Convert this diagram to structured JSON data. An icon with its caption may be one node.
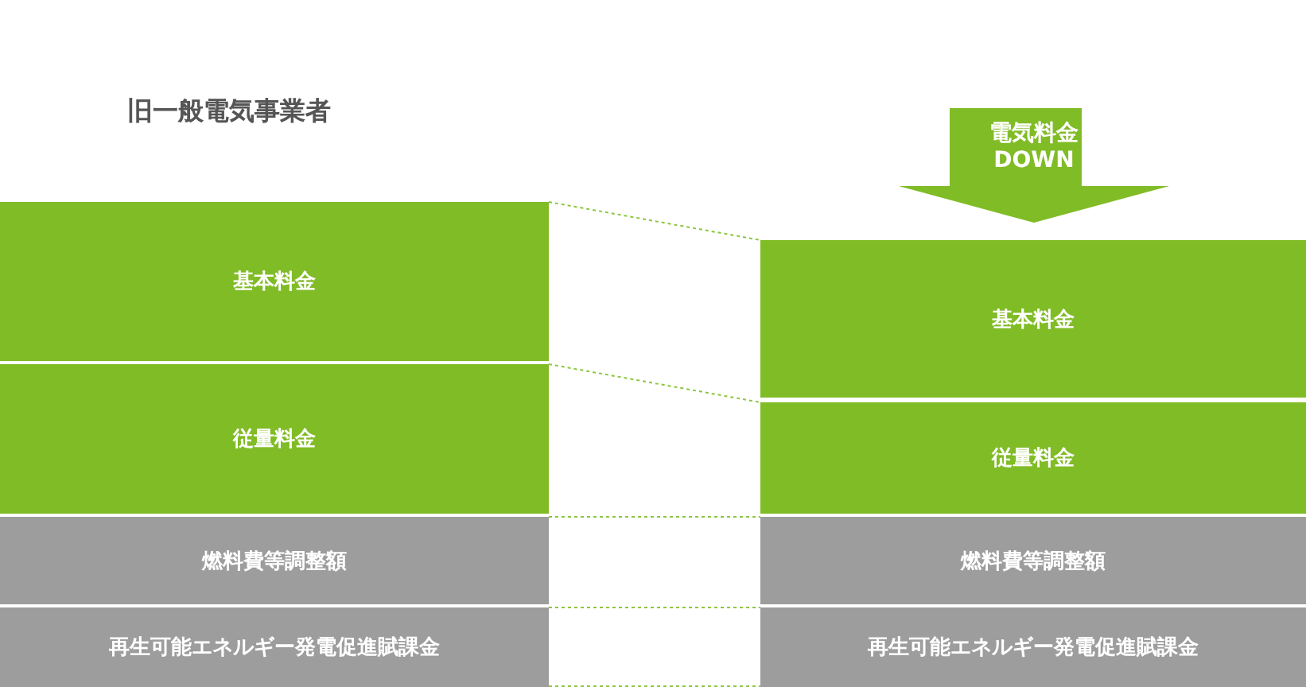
{
  "diagram": {
    "nodes": [
      {
        "text": [
          "電気料金 DOWN"
        ]
      },
      {
        "text": [
          "基本料金"
        ]
      },
      {
        "text": [
          "従量料金"
        ]
      },
      {
        "text": [
          "燃料費等調整額"
        ]
      },
      {
        "text": [
          "再生可能エネルギー発電促進賦課金"
        ]
      },
      {
        "text": [
          "基本料金"
        ]
      },
      {
        "text": [
          "従量料金"
        ]
      },
      {
        "text": [
          "燃料費等調整額"
        ]
      },
      {
        "text": [
          "再生可能エネルギー発電促進賦課金"
        ]
      }
    ],
    "edges": [
      {
        "from": 1,
        "to": 5,
        "arrow": "none",
        "style": "dashed"
      },
      {
        "from": 2,
        "to": 6,
        "arrow": "none",
        "style": "dashed"
      },
      {
        "from": 3,
        "to": 7,
        "arrow": "none",
        "style": "dashed"
      },
      {
        "from": 4,
        "to": 8,
        "arrow": "none",
        "style": "dashed"
      },
      {
        "from": 4,
        "to": 8,
        "arrow": "none",
        "style": "dashed"
      }
    ],
    "labels": [
      "旧一般電気事業者"
    ]
  }
}
